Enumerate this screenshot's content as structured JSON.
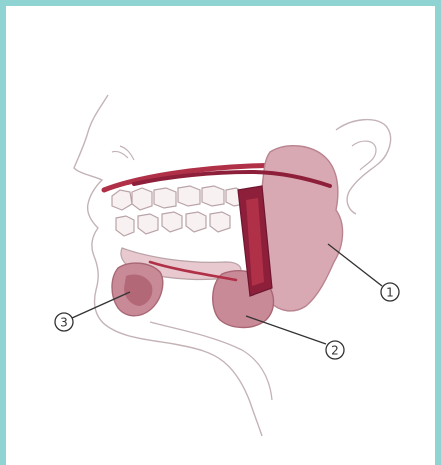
{
  "diagram": {
    "callouts": [
      {
        "id": "callout-1",
        "label": "1"
      },
      {
        "id": "callout-2",
        "label": "2"
      },
      {
        "id": "callout-3",
        "label": "3"
      }
    ],
    "colors": {
      "border": "#8fd3d3",
      "parotid_fill": "#d9a9b3",
      "submandibular_fill": "#c98a97",
      "duct_dark": "#8d1f3a",
      "duct_red": "#b03048",
      "outline": "#b9a3a7",
      "tooth_fill": "#f7f1f1"
    }
  }
}
